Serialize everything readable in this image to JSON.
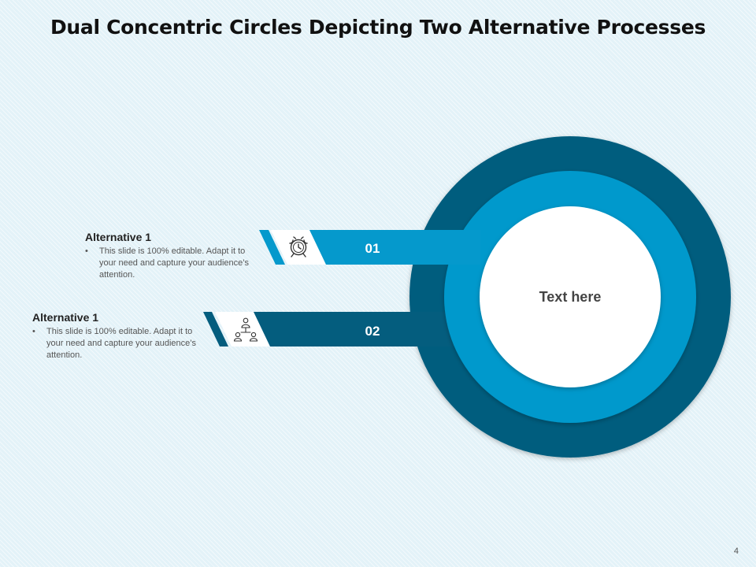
{
  "title": "Dual Concentric Circles Depicting Two Alternative Processes",
  "center": {
    "label": "Text here"
  },
  "colors": {
    "dark": "#045d7e",
    "light": "#0599cc",
    "white": "#ffffff",
    "icon": "#333333"
  },
  "processes": [
    {
      "number": "01",
      "heading": "Alternative 1",
      "body": "This slide is 100% editable. Adapt it to your need and capture your audience’s attention.",
      "icon": "alarm-clock-icon"
    },
    {
      "number": "02",
      "heading": "Alternative 1",
      "body": "This slide is 100% editable. Adapt it to your need and capture your audience’s attention.",
      "icon": "org-chart-people-icon"
    }
  ],
  "page_number": "4"
}
